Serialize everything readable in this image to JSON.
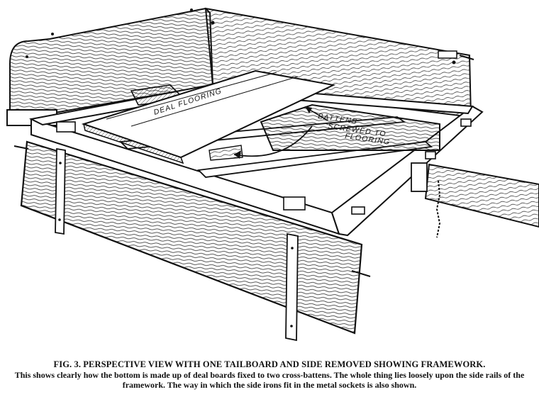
{
  "labels": {
    "deal_flooring": "DEAL FLOORING",
    "battens_line1": "BATTENS",
    "battens_line2": "SCREWED TO",
    "battens_line3": "FLOORING"
  },
  "caption": {
    "title": "FIG. 3.  PERSPECTIVE VIEW WITH ONE TAILBOARD AND SIDE REMOVED SHOWING FRAMEWORK.",
    "body": "This shows clearly how the bottom is made up of deal boards fixed to two cross-battens.  The whole thing lies loosely upon the side rails of the framework.  The way in which the side irons fit in the metal sockets is also shown."
  },
  "colors": {
    "ink": "#111111",
    "paper": "#ffffff",
    "wood_shade": "#e9e9e9"
  }
}
